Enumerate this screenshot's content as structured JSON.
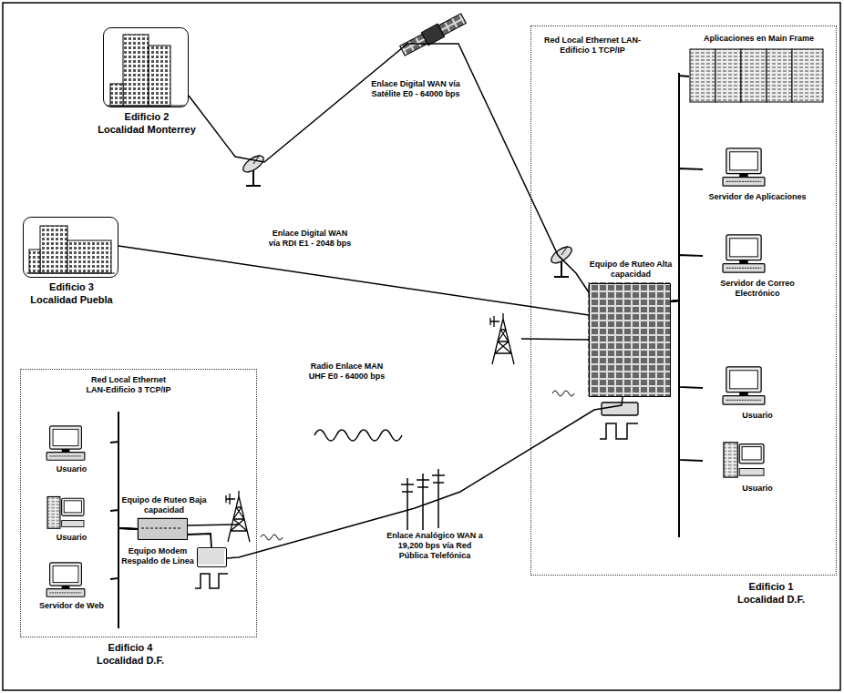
{
  "diagram": {
    "nodes": [
      {
        "text": [
          "Edificio 2",
          "Localidad Monterrey"
        ]
      },
      {
        "text": [
          "Edificio 3",
          "Localidad Puebla"
        ]
      },
      {
        "text": [
          "Red Local Ethernet LAN-Edificio 1 TCP/IP",
          "Edificio 1",
          "Localidad D.F."
        ]
      },
      {
        "text": [
          "Aplicaciones en Main Frame"
        ],
        "in": 2
      },
      {
        "text": [
          "Equipo de Ruteo Alta capacidad"
        ],
        "in": 2
      },
      {
        "text": [
          "Servidor de Aplicaciones"
        ],
        "in": 2
      },
      {
        "text": [
          "Servidor de Correo Electrónico"
        ],
        "in": 2
      },
      {
        "text": [
          "Usuario"
        ],
        "in": 2
      },
      {
        "text": [
          "Usuario"
        ],
        "in": 2
      },
      {
        "text": [
          "Red Local Ethernet LAN-Edificio 3 TCP/IP",
          "Edificio 4",
          "Localidad D.F."
        ]
      },
      {
        "text": [
          "Usuario"
        ],
        "in": 9
      },
      {
        "text": [
          "Usuario"
        ],
        "in": 9
      },
      {
        "text": [
          "Servidor de Web"
        ],
        "in": 9
      },
      {
        "text": [
          "Equipo de Ruteo Baja capacidad"
        ],
        "in": 9
      },
      {
        "text": [
          "Equipo Modem Respaldo de Linea"
        ],
        "in": 9
      }
    ],
    "edges": [
      {
        "from": 0,
        "to": 4,
        "label": "Enlace Digital WAN vía Satélite E0 - 64000 bps",
        "arrow": "none"
      },
      {
        "from": 1,
        "to": 4,
        "label": "Enlace Digital WAN vía RDI E1 - 2048 bps",
        "arrow": "none"
      },
      {
        "from": 13,
        "to": 4,
        "label": "Radio Enlace MAN UHF E0 - 64000 bps",
        "arrow": "none"
      },
      {
        "from": 14,
        "to": 4,
        "label": "Enlace Analógico WAN a 19,200 bps vía Red Pública Telefónica",
        "arrow": "none"
      },
      {
        "from": 4,
        "to": 3,
        "arrow": "none"
      },
      {
        "from": 4,
        "to": 5,
        "arrow": "none"
      },
      {
        "from": 4,
        "to": 6,
        "arrow": "none"
      },
      {
        "from": 4,
        "to": 7,
        "arrow": "none"
      },
      {
        "from": 4,
        "to": 8,
        "arrow": "none"
      },
      {
        "from": 13,
        "to": 10,
        "arrow": "none"
      },
      {
        "from": 13,
        "to": 11,
        "arrow": "none"
      },
      {
        "from": 13,
        "to": 12,
        "arrow": "none"
      },
      {
        "from": 13,
        "to": 14,
        "arrow": "none"
      }
    ]
  }
}
